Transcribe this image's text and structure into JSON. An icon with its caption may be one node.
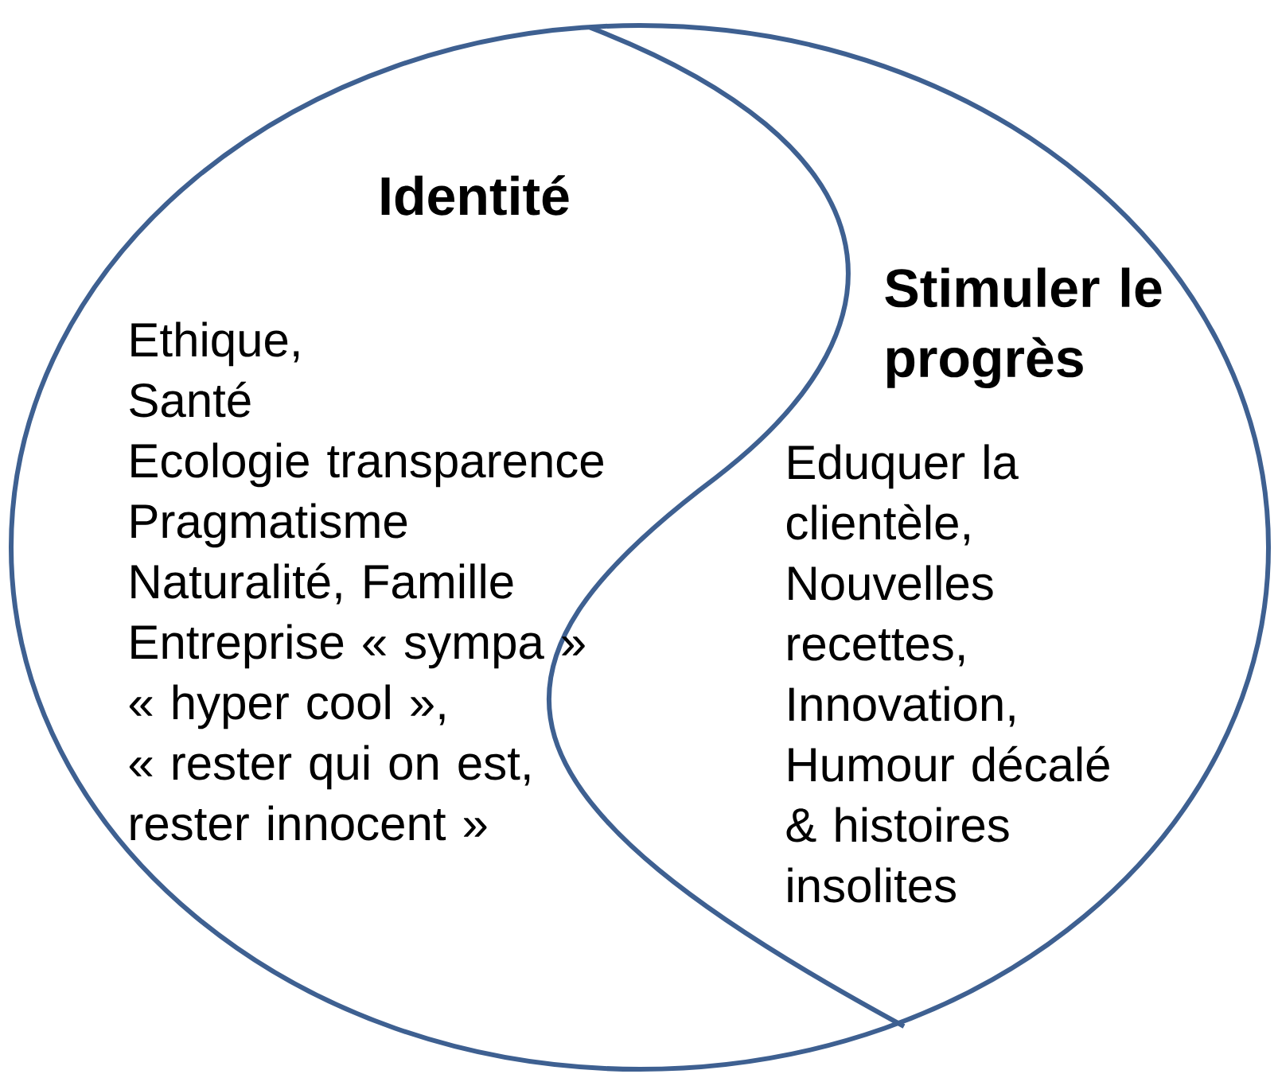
{
  "diagram": {
    "nodes": [
      {
        "text": [
          "Identité",
          "Ethique,",
          "Santé",
          "Ecologie transparence",
          "Pragmatisme",
          "Naturalité, Famille",
          "Entreprise « sympa »",
          "« hyper cool »,",
          "« rester qui on est, rester innocent »"
        ]
      },
      {
        "text": [
          "Stimuler le progrès",
          "Eduquer la clientèle,",
          "Nouvelles recettes,",
          "Innovation,",
          "Humour décalé & histoires insolites"
        ]
      }
    ]
  }
}
